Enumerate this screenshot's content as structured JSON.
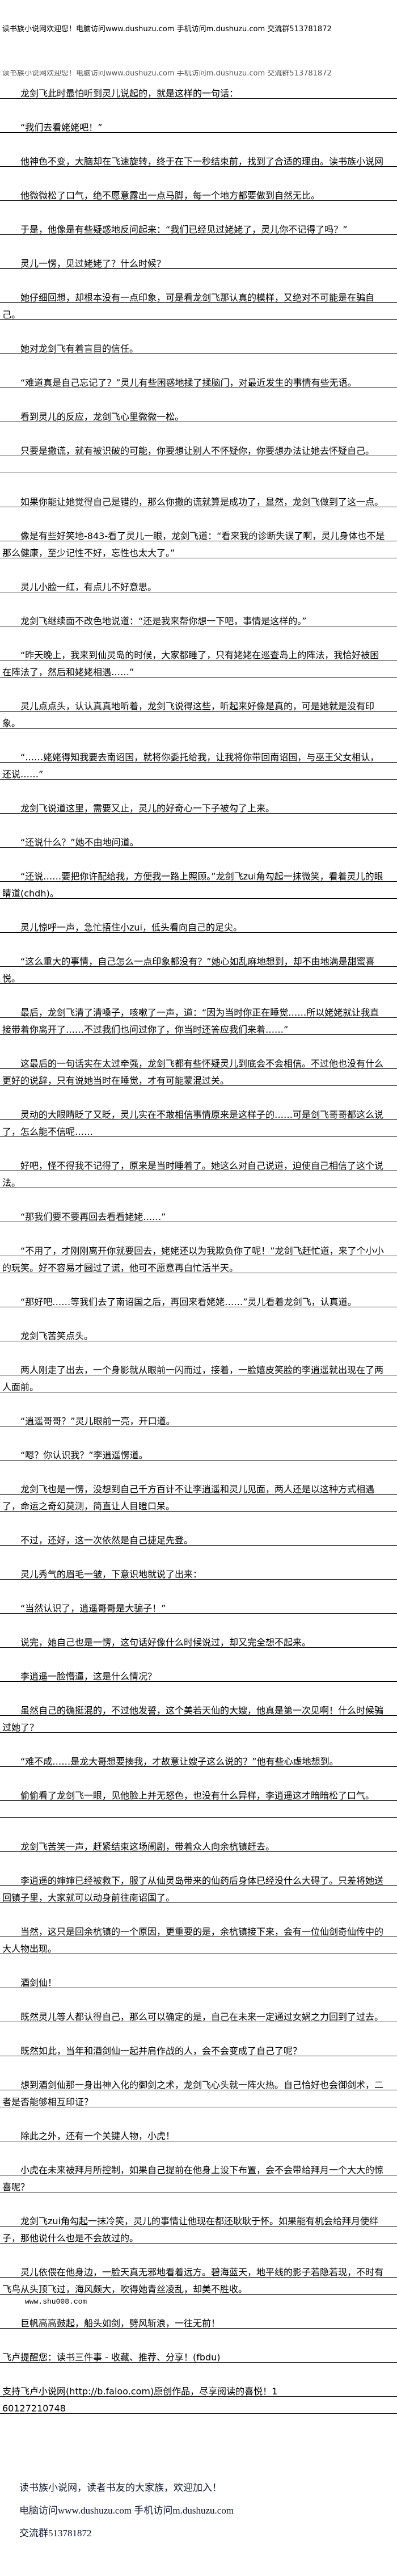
{
  "header": {
    "banner": "读书族小说网欢迎您！电脑访问www.dushuzu.com 手机访问m.dushuzu.com 交流群513781872",
    "banner_repeat": "读书族小说网欢迎您！电脑访问www.dushuzu.com 手机访问m.dushuzu.com 交流群513781872"
  },
  "body": {
    "paragraphs": [
      {
        "kind": "paragraph",
        "text": "龙剑飞此时最怕听到灵儿说起的，就是这样的一句话："
      },
      {
        "kind": "paragraph",
        "text": "“我们去看姥姥吧！”"
      },
      {
        "kind": "paragraph",
        "text": "他神色不变，大脑却在飞速旋转，终于在下一秒结束前，找到了合适的理由。读书族小说网"
      },
      {
        "kind": "paragraph",
        "text": "他微微松了口气，绝不愿意露出一点马脚，每一个地方都要做到自然无比。"
      },
      {
        "kind": "paragraph",
        "text": "于是，他像是有些疑惑地反问起来：“我们已经见过姥姥了，灵儿你不记得了吗？”"
      },
      {
        "kind": "paragraph",
        "text": "灵儿一愣，见过姥姥了？什么时候？"
      },
      {
        "kind": "paragraph",
        "text": "她仔细回想，却根本没有一点印象，可是看龙剑飞那认真的模样，又绝对不可能是在骗自己。"
      },
      {
        "kind": "paragraph",
        "text": "她对龙剑飞有着盲目的信任。"
      },
      {
        "kind": "paragraph",
        "text": "“难道真是自己忘记了？”灵儿有些困惑地揉了揉脑门，对最近发生的事情有些无语。"
      },
      {
        "kind": "paragraph",
        "text": "看到灵儿的反应，龙剑飞心里微微一松。"
      },
      {
        "kind": "paragraph",
        "text": "只要是撒谎，就有被识破的可能，你要想让别人不怀疑你，你要想办法让她去怀疑自己。"
      },
      {
        "kind": "blank",
        "text": ""
      },
      {
        "kind": "paragraph",
        "text": "如果你能让她觉得自己是错的，那么你撒的谎就算是成功了，显然，龙剑飞做到了这一点。"
      },
      {
        "kind": "paragraph",
        "text": "像是有些好笑地-843-看了灵儿一眼，龙剑飞道：“看来我的诊断失误了啊，灵儿身体也不是那么健康，至少记性不好，忘性也太大了。”"
      },
      {
        "kind": "paragraph",
        "text": "灵儿小脸一红，有点儿不好意思。"
      },
      {
        "kind": "paragraph",
        "text": "龙剑飞继续面不改色地说道：“还是我来帮你想一下吧，事情是这样的。”"
      },
      {
        "kind": "paragraph",
        "text": "“昨天晚上，我来到仙灵岛的时候，大家都睡了，只有姥姥在巡查岛上的阵法，我恰好被困在阵法了，然后和姥姥相遇……”"
      },
      {
        "kind": "paragraph",
        "text": "灵儿点点头，认认真真地听着，龙剑飞说得这些，听起来好像是真的，可是她就是没有印象。"
      },
      {
        "kind": "paragraph",
        "text": "“……姥姥得知我要去南诏国，就将你委托给我，让我将你带回南诏国，与巫王父女相认，还说……”"
      },
      {
        "kind": "paragraph",
        "text": "龙剑飞说道这里，需要又止，灵儿的好奇心一下子被勾了上来。"
      },
      {
        "kind": "paragraph",
        "text": "“还说什么？”她不由地问道。"
      },
      {
        "kind": "paragraph",
        "text": "“还说……要把你许配给我，方便我一路上照顾。”龙剑飞zui角勾起一抹微笑，看着灵儿的眼睛道(chdh)。"
      },
      {
        "kind": "paragraph",
        "text": "灵儿惊呼一声，急忙捂住小zui，低头看向自己的足尖。"
      },
      {
        "kind": "paragraph",
        "text": "“这么重大的事情，自己怎么一点印象都没有？”她心如乱麻地想到，却不由地满是甜蜜喜悦。"
      },
      {
        "kind": "paragraph",
        "text": "最后，龙剑飞清了清嗓子，咳嗽了一声，道：“因为当时你正在睡觉……所以姥姥就让我直接带着你离开了……不过我们也问过你了，你当时还答应我们来着……”"
      },
      {
        "kind": "paragraph",
        "text": "这最后的一句话实在太过牵强，龙剑飞都有些怀疑灵儿到底会不会相信。不过他也没有什么更好的说辞，只有说她当时在睡觉，才有可能蒙混过关。"
      },
      {
        "kind": "paragraph",
        "text": "灵动的大眼睛眨了又眨，灵儿实在不敢相信事情原来是这样子的……可是剑飞哥哥都这么说了，怎么能不信呢……"
      },
      {
        "kind": "paragraph",
        "text": "好吧，怪不得我不记得了，原来是当时睡着了。她这么对自己说道，迫使自己相信了这个说法。"
      },
      {
        "kind": "paragraph",
        "text": "“那我们要不要再回去看看姥姥……”"
      },
      {
        "kind": "paragraph",
        "text": "“不用了，才刚刚离开你就要回去，姥姥还以为我欺负你了呢！”龙剑飞赶忙道，来了个小小的玩笑。好不容易才圆过了谎，他可不愿意再白忙活半天。"
      },
      {
        "kind": "paragraph",
        "text": "“那好吧……等我们去了南诏国之后，再回来看姥姥……”灵儿看着龙剑飞，认真道。"
      },
      {
        "kind": "paragraph",
        "text": "龙剑飞苦笑点头。"
      },
      {
        "kind": "paragraph",
        "text": "两人刚走了出去，一个身影就从眼前一闪而过，接着，一脸嬉皮笑脸的李逍遥就出现在了两人面前。"
      },
      {
        "kind": "paragraph",
        "text": "“逍遥哥哥？”灵儿眼前一亮，开口道。"
      },
      {
        "kind": "paragraph",
        "text": "“嗯？你认识我？”李逍遥愣道。"
      },
      {
        "kind": "paragraph",
        "text": "龙剑飞也是一愣，没想到自己千方百计不让李逍遥和灵儿见面，两人还是以这种方式相遇了，命运之奇幻莫测，简直让人目瞪口呆。"
      },
      {
        "kind": "paragraph",
        "text": "不过，还好，这一次依然是自己捷足先登。"
      },
      {
        "kind": "paragraph",
        "text": "灵儿秀气的眉毛一皱，下意识地就说了出来："
      },
      {
        "kind": "paragraph",
        "text": "“当然认识了，逍遥哥哥是大骗子！”"
      },
      {
        "kind": "paragraph",
        "text": "说完，她自己也是一愣，这句话好像什么时候说过，却又完全想不起来。"
      },
      {
        "kind": "paragraph",
        "text": "李逍遥一脸懵逼，这是什么情况？"
      },
      {
        "kind": "paragraph",
        "text": "虽然自己的确挺混的，不过他发誓，这个美若天仙的大嫂，他真是第一次见啊！什么时候骗过她了？"
      },
      {
        "kind": "paragraph",
        "text": "“难不成……是龙大哥想要揍我，才故意让嫂子这么说的？”他有些心虚地想到。"
      },
      {
        "kind": "paragraph",
        "text": "偷偷看了龙剑飞一眼，见他脸上并无怒色，也没有什么异样，李逍遥这才暗暗松了口气。"
      },
      {
        "kind": "blank",
        "text": ""
      },
      {
        "kind": "paragraph",
        "text": "龙剑飞苦笑一声，赶紧结束这场闹剧，带着众人向余杭镇赶去。"
      },
      {
        "kind": "paragraph",
        "text": "李逍遥的婶婶已经被救下，服了从仙灵岛带来的仙药后身体已经没什么大碍了。只差将她送回镇子里，大家就可以动身前往南诏国了。"
      },
      {
        "kind": "paragraph",
        "text": "当然，这只是回余杭镇的一个原因，更重要的是，余杭镇接下来，会有一位仙剑奇仙传中的大人物出现。"
      },
      {
        "kind": "paragraph",
        "text": "酒剑仙！"
      },
      {
        "kind": "paragraph",
        "text": "既然灵儿等人都认得自己，那么可以确定的是，自己在未来一定通过女娲之力回到了过去。"
      },
      {
        "kind": "paragraph",
        "text": "既然如此，当年和酒剑仙一起并肩作战的人，会不会变成了自己了呢？"
      },
      {
        "kind": "paragraph",
        "text": "想到酒剑仙那一身出神入化的御剑之术，龙剑飞心头就一阵火热。自己恰好也会御剑术，二者是否能够相互印证？"
      },
      {
        "kind": "paragraph",
        "text": "除此之外，还有一个关键人物，小虎！"
      },
      {
        "kind": "paragraph",
        "text": "小虎在未来被拜月所控制，如果自己提前在他身上设下布置，会不会带给拜月一个大大的惊喜呢？"
      },
      {
        "kind": "paragraph",
        "text": "龙剑飞zui角勾起一抹冷笑，灵儿的事情让他现在都还耿耿于怀。如果能有机会给拜月使绊子，那他说什么也是不会放过的。"
      },
      {
        "kind": "paragraph",
        "text": "灵儿依偎在他身边，一脸天真无邪地看着远方。碧海蓝天，地平线的影子若隐若现，不时有飞鸟从头顶飞过，海风颇大，吹得她青丝凌乱，却美不胜收。"
      },
      {
        "kind": "watermark",
        "text": "www.shu008.com"
      },
      {
        "kind": "tight",
        "text": "巨帆高高鼓起，船头如剑，劈风斩浪，一往无前！"
      },
      {
        "kind": "noindent",
        "text": "飞卢提醒您：读书三件事 - 收藏、推荐、分享！(fbdu)"
      },
      {
        "kind": "noindent",
        "text": "支持飞卢小说网(http://b.faloo.com)原创作品，尽享阅读的喜悦！1"
      },
      {
        "kind": "noindent-tight",
        "text": "60127210748"
      }
    ]
  },
  "footer": {
    "line1": "读书族小说网，读者书友的大家族，欢迎加入！",
    "line2": "电脑访问www.dushuzu.com 手机访问m.dushuzu.com",
    "line3": "交流群513781872"
  }
}
